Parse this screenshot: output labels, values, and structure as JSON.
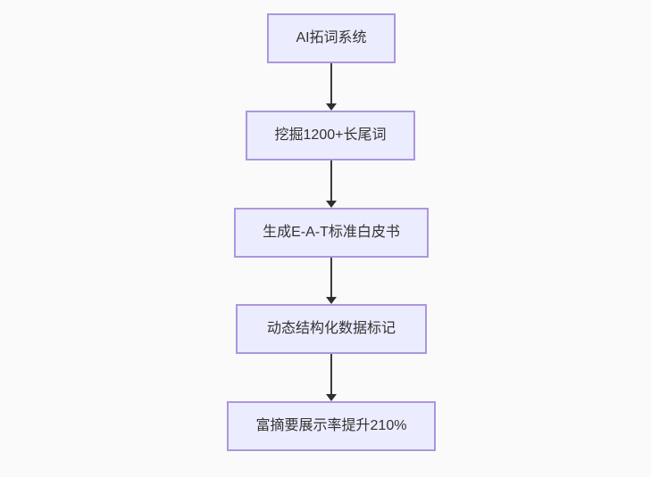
{
  "diagram": {
    "type": "flowchart",
    "direction": "top-down",
    "nodes": [
      {
        "id": "A",
        "label": "AI拓词系统"
      },
      {
        "id": "B",
        "label": "挖掘1200+长尾词"
      },
      {
        "id": "C",
        "label": "生成E-A-T标准白皮书"
      },
      {
        "id": "D",
        "label": "动态结构化数据标记"
      },
      {
        "id": "E",
        "label": "富摘要展示率提升210%"
      }
    ],
    "edges": [
      {
        "from": "A",
        "to": "B"
      },
      {
        "from": "B",
        "to": "C"
      },
      {
        "from": "C",
        "to": "D"
      },
      {
        "from": "D",
        "to": "E"
      }
    ],
    "colors": {
      "background": "#fafafa",
      "node_fill": "#ECECFF",
      "node_border": "#ab97dc",
      "node_text": "#333333",
      "arrow": "#333333"
    }
  }
}
